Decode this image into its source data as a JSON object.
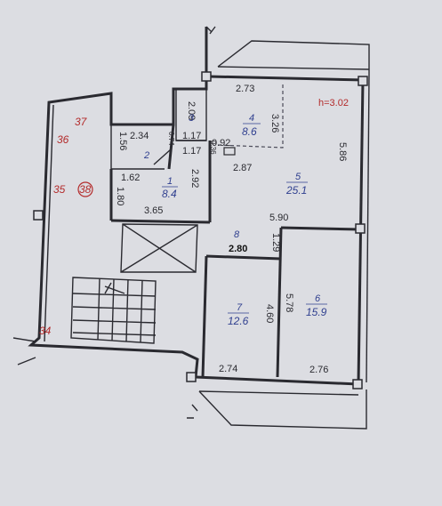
{
  "height_label": "h=3.02",
  "rooms": [
    {
      "num": "1",
      "area": "8.4"
    },
    {
      "num": "2",
      "area": ""
    },
    {
      "num": "3",
      "area": ""
    },
    {
      "num": "4",
      "area": "8.6"
    },
    {
      "num": "5",
      "area": "25.1"
    },
    {
      "num": "6",
      "area": "15.9"
    },
    {
      "num": "7",
      "area": "12.6"
    },
    {
      "num": "8",
      "area": ""
    }
  ],
  "dimensions": {
    "top_balcony_width": "2.73",
    "room5_right": "5.86",
    "room4_depth": "3.26",
    "room3_depth": "2.09",
    "room3_width": "1.17",
    "room3_small": "0.36",
    "room3_bottom": "1.17",
    "room4_opening": "0.92",
    "room4_bottom": "2.87",
    "room2_width": "2.34",
    "room2_depth": "1.56",
    "room2_diag": "0.74",
    "room1_top": "1.62",
    "room1_depth": "2.92",
    "room1_left": "1.80",
    "room1_bottom": "3.65",
    "room6_top": "5.90",
    "room6_gap": "1.29",
    "room8_width": "2.80",
    "room7_depth": "4.60",
    "room6_depth": "5.78",
    "room7_bottom": "2.74",
    "room6_bottom": "2.76"
  },
  "markers": [
    "37",
    "36",
    "35",
    "38",
    "34"
  ]
}
